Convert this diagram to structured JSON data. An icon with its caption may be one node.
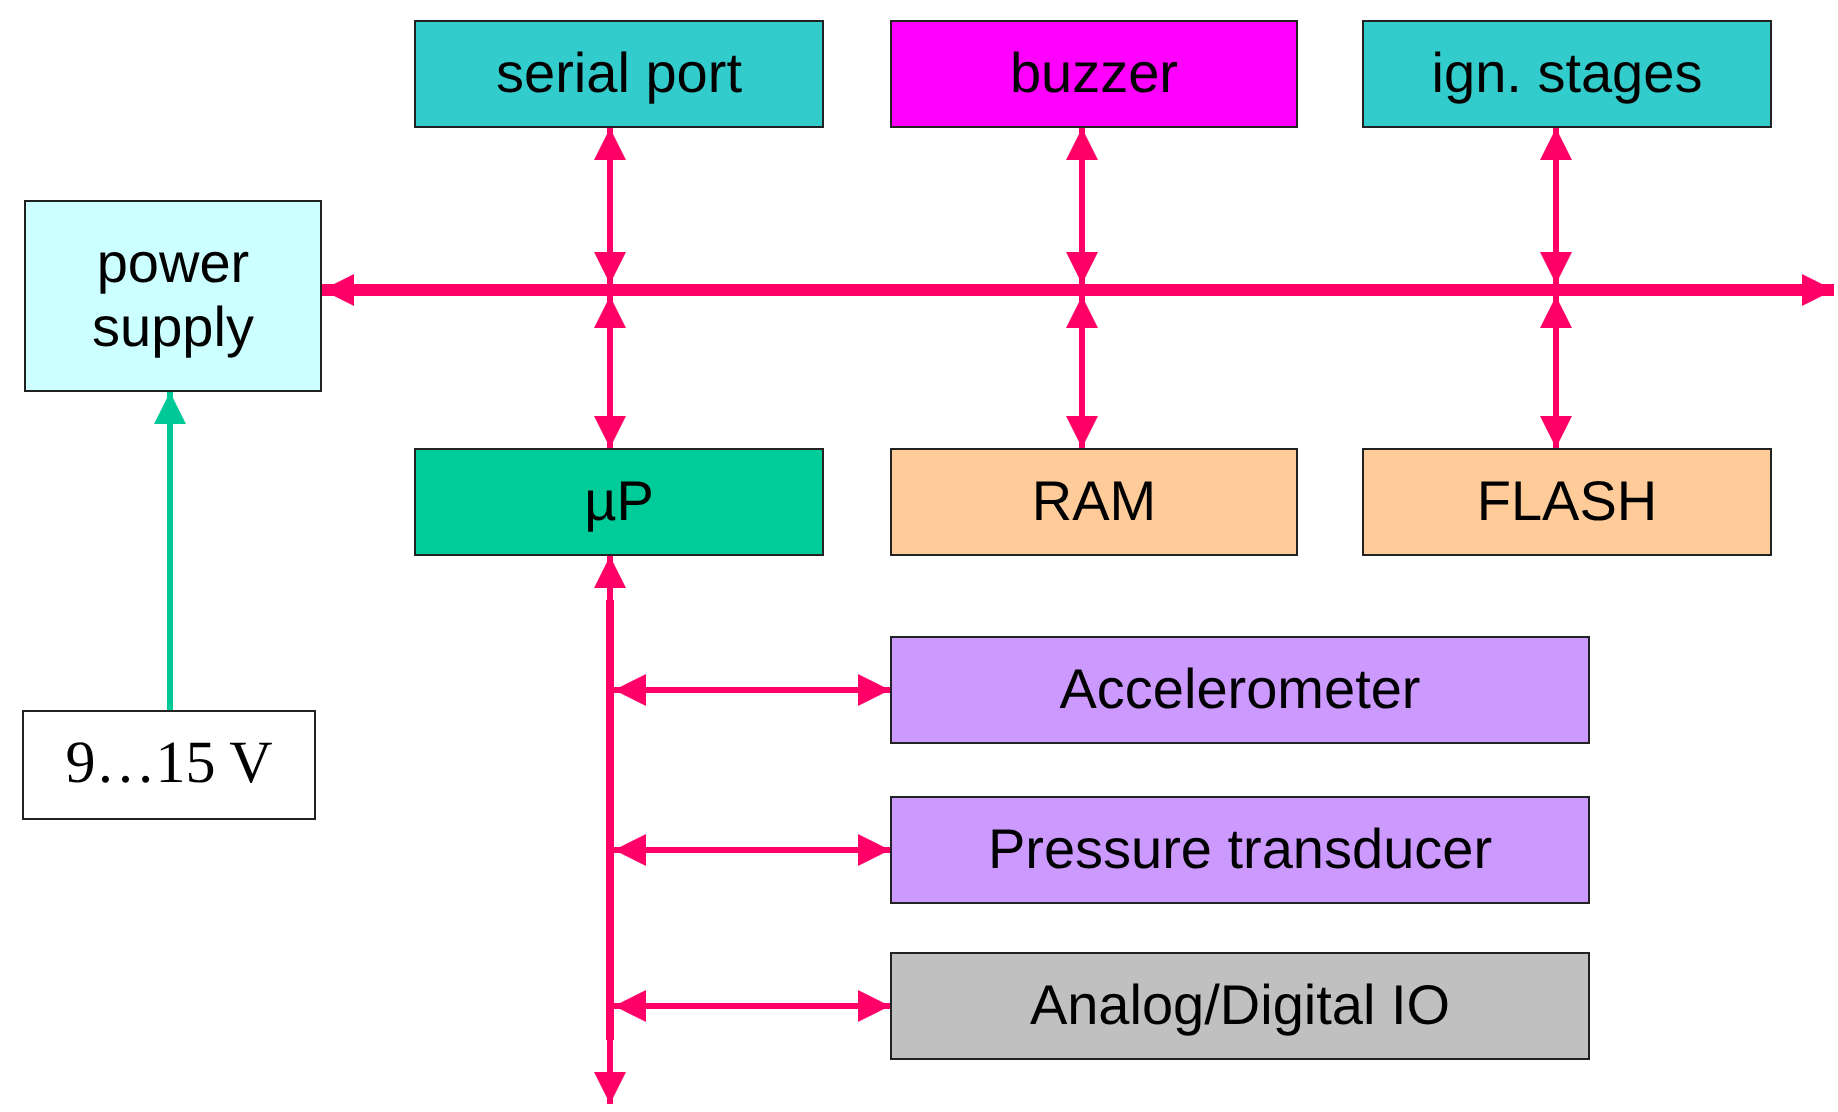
{
  "diagram": {
    "nodes": [
      {
        "text": [
          "serial port"
        ]
      },
      {
        "text": [
          "buzzer"
        ]
      },
      {
        "text": [
          "ign. stages"
        ]
      },
      {
        "text": [
          "power supply"
        ]
      },
      {
        "text": [],
        "shape": "bar"
      },
      {
        "text": [
          "µP"
        ]
      },
      {
        "text": [
          "RAM"
        ]
      },
      {
        "text": [
          "FLASH"
        ]
      },
      {
        "text": [],
        "shape": "bar"
      },
      {
        "text": [
          "Accelerometer"
        ]
      },
      {
        "text": [
          "Pressure transducer"
        ]
      },
      {
        "text": [
          "Analog/Digital IO"
        ]
      },
      {
        "text": [
          "9…15 V"
        ]
      }
    ],
    "edges": [
      {
        "from": 0,
        "to": 4,
        "arrow": "both"
      },
      {
        "from": 1,
        "to": 4,
        "arrow": "both"
      },
      {
        "from": 2,
        "to": 4,
        "arrow": "both"
      },
      {
        "from": 4,
        "to": 3,
        "arrow": "to",
        "style": "thick"
      },
      {
        "from": 4,
        "to": null,
        "arrow": "to",
        "style": "thick"
      },
      {
        "from": 4,
        "to": 5,
        "arrow": "both"
      },
      {
        "from": 4,
        "to": 6,
        "arrow": "both"
      },
      {
        "from": 4,
        "to": 7,
        "arrow": "both"
      },
      {
        "from": 8,
        "to": 5,
        "arrow": "to"
      },
      {
        "from": 8,
        "to": null,
        "arrow": "to"
      },
      {
        "from": 8,
        "to": 9,
        "arrow": "both"
      },
      {
        "from": 8,
        "to": 10,
        "arrow": "both"
      },
      {
        "from": 8,
        "to": 11,
        "arrow": "both"
      },
      {
        "from": 12,
        "to": 3,
        "arrow": "to",
        "color": "#00c896"
      }
    ]
  }
}
